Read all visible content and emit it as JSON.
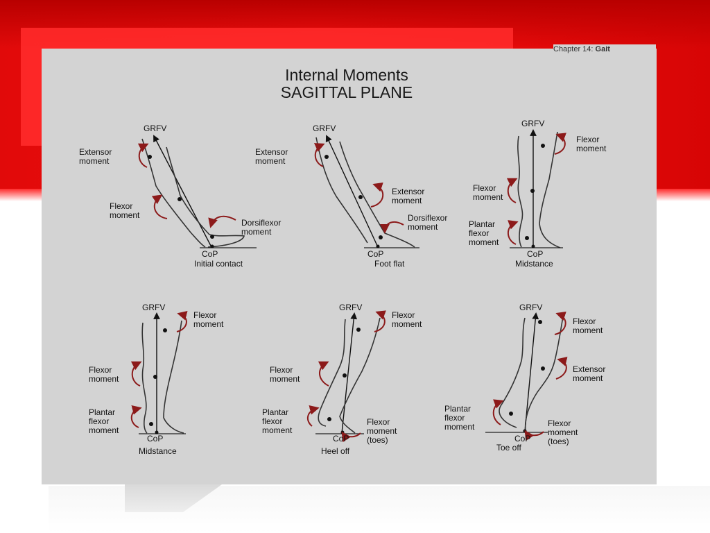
{
  "header": {
    "running_head": "Chapter 14:",
    "running_head_bold": "Gait"
  },
  "figure": {
    "title_line1": "Internal Moments",
    "title_line2": "SAGITTAL PLANE",
    "panels": [
      {
        "caption": "Initial contact",
        "grfv": "GRFV",
        "cop": "CoP",
        "labels": [
          "Extensor moment",
          "Flexor moment",
          "Dorsiflexor moment"
        ]
      },
      {
        "caption": "Foot flat",
        "grfv": "GRFV",
        "cop": "CoP",
        "labels": [
          "Extensor moment",
          "Extensor moment",
          "Dorsiflexor moment"
        ]
      },
      {
        "caption": "Midstance",
        "grfv": "GRFV",
        "cop": "CoP",
        "labels": [
          "Flexor moment",
          "Flexor moment",
          "Plantar flexor moment"
        ]
      },
      {
        "caption": "Midstance",
        "grfv": "GRFV",
        "cop": "CoP",
        "labels": [
          "Flexor moment",
          "Flexor moment",
          "Plantar flexor moment"
        ]
      },
      {
        "caption": "Heel off",
        "grfv": "GRFV",
        "cop": "CoP",
        "labels": [
          "Flexor moment",
          "Flexor moment",
          "Plantar flexor moment",
          "Flexor moment (toes)"
        ]
      },
      {
        "caption": "Toe off",
        "grfv": "GRFV",
        "cop": "CoP",
        "labels": [
          "Flexor moment",
          "Extensor moment",
          "Plantar flexor moment",
          "Flexor moment (toes)"
        ]
      }
    ]
  }
}
